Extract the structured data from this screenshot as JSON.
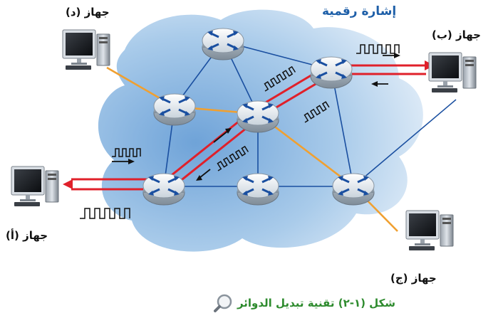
{
  "title_signal": "إشارة رقمية",
  "devices": {
    "a": "جهاز (أ)",
    "b": "جهاز (ب)",
    "c": "جهاز (ج)",
    "d": "جهاز (د)"
  },
  "caption": "شكل (١-٢) تقنية تبديل الدوائر",
  "icons": {
    "caption_icon": "magnifier-icon"
  },
  "colors": {
    "cloud_light": "#e4eef8",
    "cloud_dark": "#7fb0de",
    "link_blue": "#1a4fa0",
    "link_orange": "#f0a030",
    "circuit_red": "#e0202a",
    "caption_green": "#2e8b2e"
  }
}
